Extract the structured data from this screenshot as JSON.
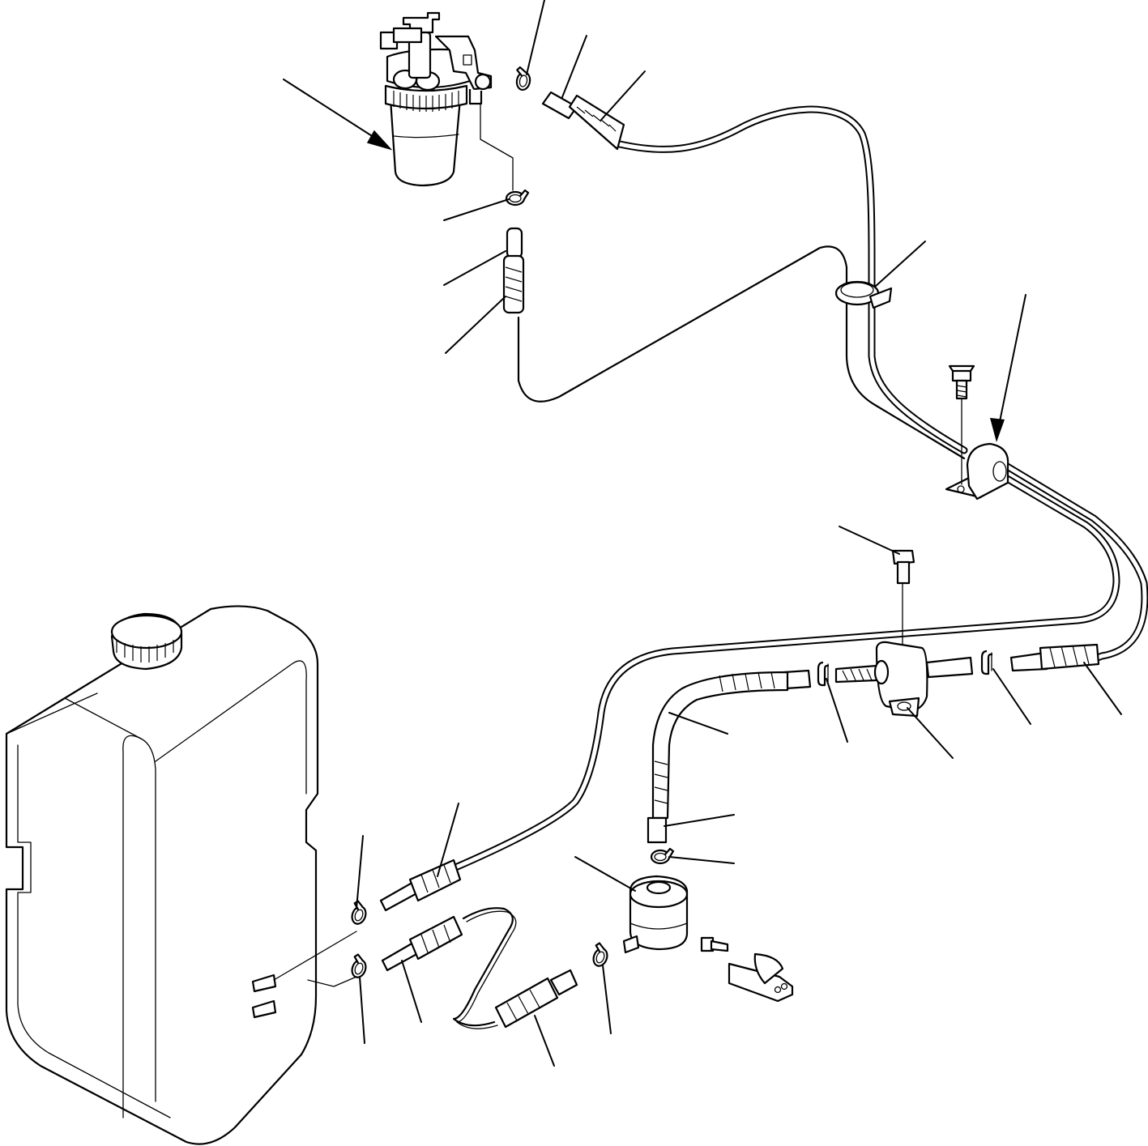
{
  "diagram": {
    "type": "exploded parts illustration",
    "ink_color": "#000000",
    "background_color": "#ffffff",
    "callout_labels": [],
    "parts": [
      {
        "name": "fuel-water-separator",
        "icon": "filter-bowl-icon"
      },
      {
        "name": "fuel-tank",
        "icon": "tank-icon"
      },
      {
        "name": "fuel-pump",
        "icon": "pump-icon"
      },
      {
        "name": "fuel-filter",
        "icon": "inline-filter-icon"
      },
      {
        "name": "fuel-line",
        "icon": "tube-icon"
      },
      {
        "name": "hose-clamps",
        "icon": "clamp-icon"
      },
      {
        "name": "mounting-bracket",
        "icon": "bracket-icon"
      },
      {
        "name": "bolts",
        "icon": "bolt-icon"
      },
      {
        "name": "hoses",
        "icon": "hose-icon"
      }
    ]
  }
}
